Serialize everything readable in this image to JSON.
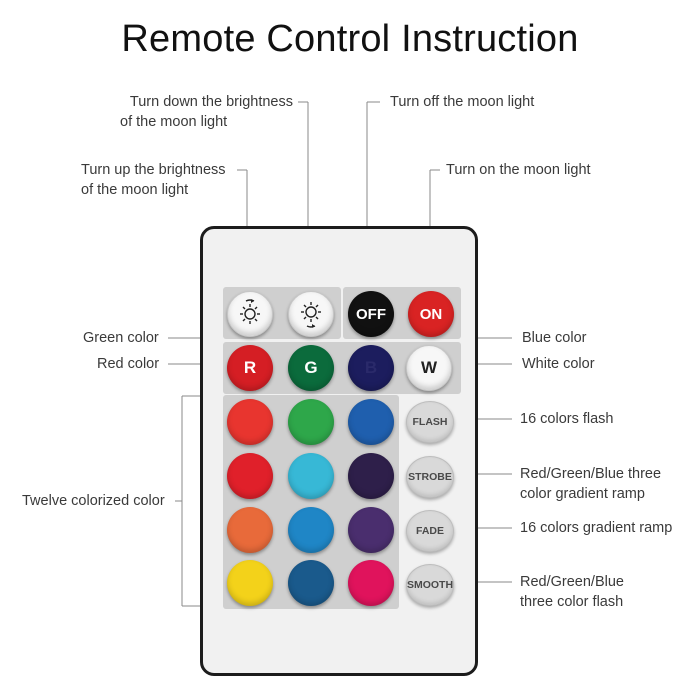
{
  "title": "Remote Control Instruction",
  "labels": {
    "brightness_down_line1": "Turn down the brightness",
    "brightness_down_line2": "of the moon light",
    "brightness_up_line1": "Turn up the brightness",
    "brightness_up_line2": "of the moon light",
    "off": "Turn off the moon light",
    "on": "Turn on the moon light",
    "green": "Green color",
    "red": "Red color",
    "blue": "Blue color",
    "white": "White color",
    "twelve": "Twelve colorized color",
    "flash": "16 colors flash",
    "strobe_line1": "Red/Green/Blue three",
    "strobe_line2": "color gradient ramp",
    "fade": "16 colors gradient ramp",
    "smooth_line1": "Red/Green/Blue",
    "smooth_line2": "three color flash"
  },
  "buttons": {
    "off": "OFF",
    "on": "ON",
    "r": "R",
    "g": "G",
    "b": "B",
    "w": "W",
    "flash": "FLASH",
    "strobe": "STROBE",
    "fade": "FADE",
    "smooth": "SMOOTH"
  },
  "icons": {
    "brightness_down": "sun-arrow-down-icon",
    "brightness_up": "sun-arrow-up-icon"
  },
  "colors": {
    "off_button": "#111111",
    "on_button": "#d92323",
    "red": "#d51e24",
    "green": "#0b6b3c",
    "blue": "#1c1d5e",
    "color_grid": [
      [
        "#e8352f",
        "#2ea74a",
        "#1f5fae"
      ],
      [
        "#e0202a",
        "#37b8d6",
        "#2e1f4a"
      ],
      [
        "#e86a3a",
        "#1f86c6",
        "#4a2e6e"
      ],
      [
        "#f3d21a",
        "#1a5a8c",
        "#e0135c"
      ]
    ]
  }
}
